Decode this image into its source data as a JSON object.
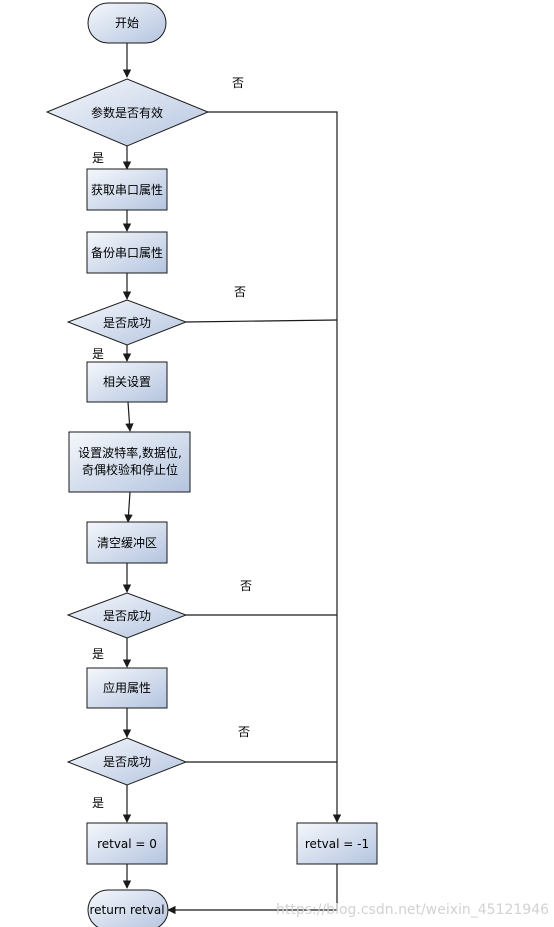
{
  "nodes": {
    "start": "开始",
    "check_params": "参数是否有效",
    "get_attr": "获取串口属性",
    "backup_attr": "备份串口属性",
    "check1": "是否成功",
    "related_settings": "相关设置",
    "set_params_line1": "设置波特率,数据位,",
    "set_params_line2": "奇偶校验和停止位",
    "clear_buffer": "清空缓冲区",
    "check2": "是否成功",
    "apply_attr": "应用属性",
    "check3": "是否成功",
    "ret_zero": "retval = 0",
    "ret_neg": "retval = -1",
    "end": "return retval"
  },
  "edge_labels": {
    "yes": "是",
    "no": "否"
  },
  "watermark": "https://blog.csdn.net/weixin_45121946",
  "colors": {
    "fill_light": "#f3f6fb",
    "fill_dark": "#b7c6e0",
    "stroke": "#1a1a1a"
  }
}
